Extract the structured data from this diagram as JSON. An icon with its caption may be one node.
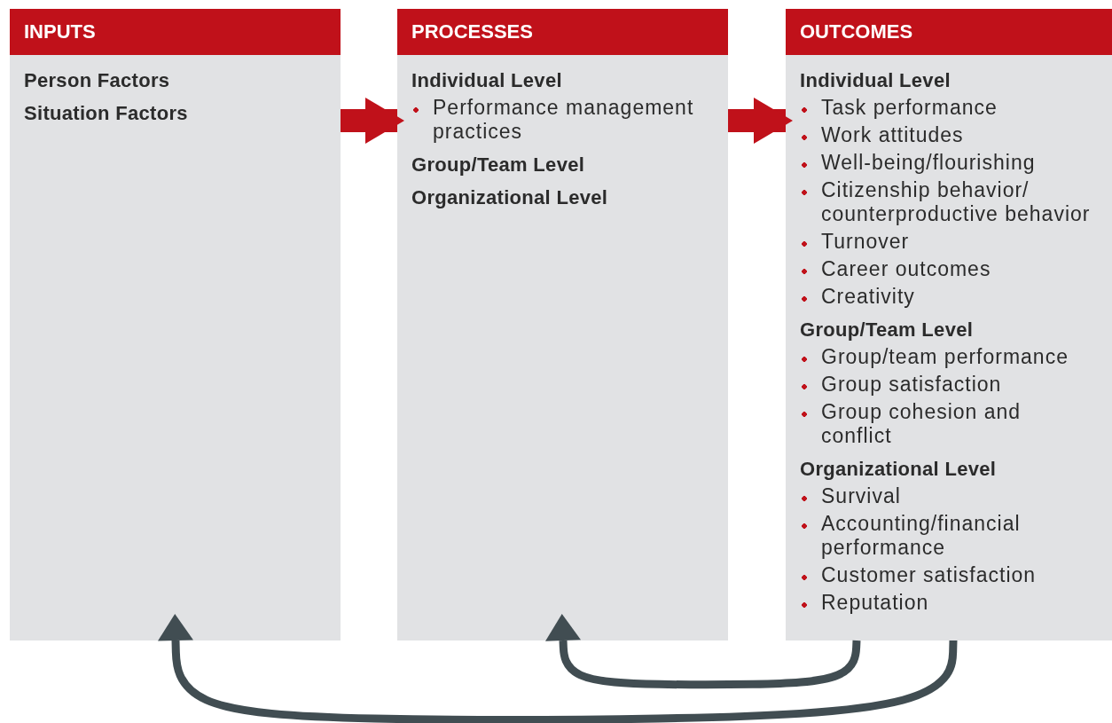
{
  "diagram": {
    "nodes": [
      {
        "text": [
          "INPUTS",
          "Person Factors",
          "Situation Factors"
        ]
      },
      {
        "text": [
          "PROCESSES",
          "Individual Level",
          "Performance management practices",
          "Group/Team Level",
          "Organizational Level"
        ]
      },
      {
        "text": [
          "OUTCOMES",
          "Individual Level",
          "Task performance",
          "Work attitudes",
          "Well-being/flourishing",
          "Citizenship behavior/ counterproductive behavior",
          "Turnover",
          "Career outcomes",
          "Creativity",
          "Group/Team Level",
          "Group/team performance",
          "Group satisfaction",
          "Group cohesion and conflict",
          "Organizational Level",
          "Survival",
          "Accounting/financial performance",
          "Customer satisfaction",
          "Reputation"
        ]
      }
    ],
    "edges": [
      {
        "from": 0,
        "to": 1,
        "arrow": "to",
        "style": "thick",
        "color": "#c0111a"
      },
      {
        "from": 1,
        "to": 2,
        "arrow": "to",
        "style": "thick",
        "color": "#c0111a"
      },
      {
        "from": 2,
        "to": 1,
        "arrow": "to",
        "color": "#414d52"
      },
      {
        "from": 2,
        "to": 0,
        "arrow": "to",
        "color": "#414d52"
      }
    ]
  }
}
